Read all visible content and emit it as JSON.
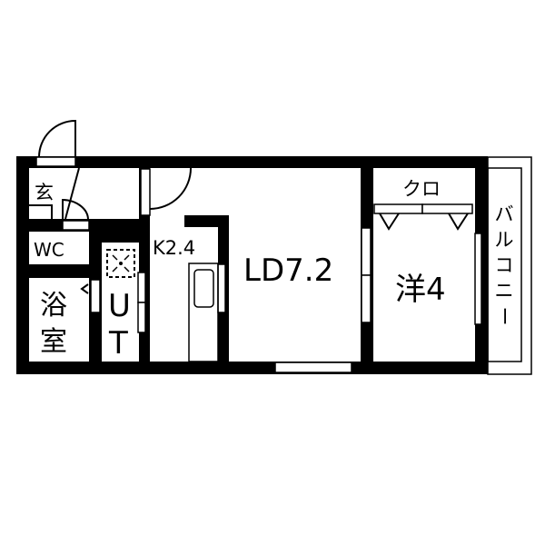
{
  "floor_plan": {
    "rooms": {
      "entrance": "玄",
      "wc": "WC",
      "bath_line1": "浴",
      "bath_line2": "室",
      "utility_line1": "U",
      "utility_line2": "T",
      "kitchen": "K2.4",
      "living_dining": "LD7.2",
      "western_room": "洋4",
      "closet": "クロ",
      "balcony": [
        "バ",
        "ル",
        "コ",
        "ニ",
        "ー"
      ]
    },
    "colors": {
      "wall": "#000000",
      "background": "#ffffff"
    }
  }
}
